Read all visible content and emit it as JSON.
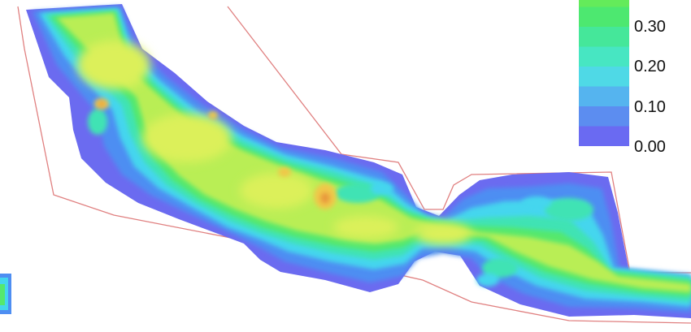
{
  "map": {
    "legend": {
      "labels": [
        "0.30",
        "0.20",
        "0.10",
        "0.00"
      ],
      "ramp_colors": [
        "#6a6af2",
        "#5c8df0",
        "#55b4ef",
        "#4fd9e6",
        "#47e6c2",
        "#45e79a",
        "#4de870",
        "#64eb5a"
      ]
    },
    "colors": {
      "boundary": "#e08080",
      "dry_edge": "#6b6bf0",
      "blue": "#4e8ef2",
      "cyan": "#44d6ee",
      "teal": "#3fe3b4",
      "green": "#55e86d",
      "yellowgreen": "#b9ee55",
      "yellow": "#dcf05a",
      "peak": "#f0c84a",
      "hot": "#e89a3d"
    }
  }
}
